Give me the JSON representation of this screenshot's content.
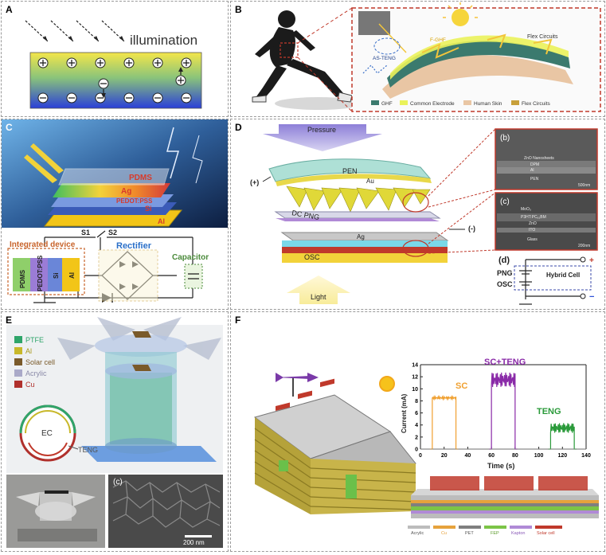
{
  "panels": {
    "A": {
      "label": "A",
      "illumination": "illumination"
    },
    "B": {
      "label": "B",
      "as_teng": "AS-TENG",
      "f_ghf": "F-GHF",
      "flex_circuits": "Flex Circuits",
      "legend": [
        "GHF",
        "Common Electrode",
        "Human Skin",
        "Flex Circuits"
      ]
    },
    "C": {
      "label": "C",
      "pdms": "PDMS",
      "ag": "Ag",
      "pedot": "PEDOT:PSS",
      "si": "Si",
      "al": "Al",
      "s1": "S1",
      "s2": "S2",
      "integrated_device": "Integrated device",
      "rectifier": "Rectifier",
      "capacitor": "Capacitor",
      "stack": [
        "PDMS",
        "PEDOT:PSS",
        "Si",
        "Al"
      ]
    },
    "D": {
      "label": "D",
      "pressure": "Pressure",
      "pen": "PEN",
      "au": "Au",
      "dc_png": "DC PNG",
      "ag": "Ag",
      "osc": "OSC",
      "light": "Light",
      "plus": "(+)",
      "minus": "(-)",
      "sem_b": "(b)",
      "sem_c": "(c)",
      "sem_d": "(d)",
      "sem_b_labels": [
        "ZnO Nanosheets",
        "DPM",
        "Al",
        "PEN",
        "500nm"
      ],
      "sem_c_labels": [
        "MoO₃",
        "P3HT:PC₆₁BM",
        "ZnO",
        "ITO",
        "Glass",
        "200nm"
      ],
      "png": "PNG",
      "osc2": "OSC",
      "hybrid_cell": "Hybrid Cell",
      "plus_sign": "+",
      "minus_sign": "−"
    },
    "E": {
      "label": "E",
      "legend": [
        "PTFE",
        "Al",
        "Solar cell",
        "Acrylic",
        "Cu"
      ],
      "legend_colors": [
        "#2fa56a",
        "#c8b82a",
        "#7a5a2a",
        "#a9a9c8",
        "#b0302c"
      ],
      "ec": "EC",
      "teng": "TENG",
      "photo_c": "(c)",
      "scale": "200 nm"
    },
    "F": {
      "label": "F",
      "sc": "SC",
      "sc_teng": "SC+TENG",
      "teng": "TENG",
      "ylabel": "Current (mA)",
      "xlabel": "Time (s)",
      "legend": [
        "Acrylic",
        "Cu",
        "PET",
        "FEP",
        "Kapton",
        "Solar cell"
      ],
      "legend_colors": [
        "#bcbcbc",
        "#e6a23c",
        "#7f7f7f",
        "#7cc447",
        "#b08ad6",
        "#c0392b"
      ]
    }
  },
  "chart_data": {
    "type": "line",
    "xlabel": "Time (s)",
    "ylabel": "Current (mA)",
    "xlim": [
      0,
      140
    ],
    "ylim": [
      0,
      14
    ],
    "xticks": [
      0,
      20,
      40,
      60,
      80,
      100,
      120,
      140
    ],
    "yticks": [
      0,
      2,
      4,
      6,
      8,
      10,
      12,
      14
    ],
    "series": [
      {
        "name": "SC",
        "color": "#f0a030",
        "start": 10,
        "end": 30,
        "level": 8.5,
        "noise": 0.2
      },
      {
        "name": "SC+TENG",
        "color": "#8a2aa8",
        "start": 60,
        "end": 80,
        "level": 11.5,
        "noise": 1.2
      },
      {
        "name": "TENG",
        "color": "#2a9a3a",
        "start": 110,
        "end": 130,
        "level": 3.5,
        "noise": 0.8
      }
    ]
  }
}
